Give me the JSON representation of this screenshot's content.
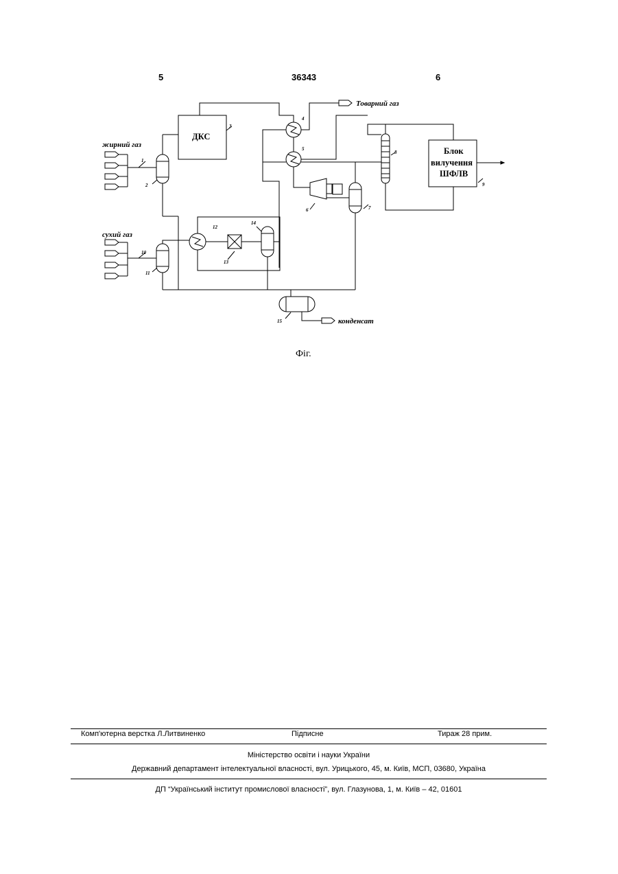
{
  "header": {
    "left_page": "5",
    "patent_number": "36343",
    "right_page": "6"
  },
  "diagram": {
    "streams": {
      "rich_gas": "жирний газ",
      "dry_gas": "сухий газ",
      "commercial_gas": "Товарний газ",
      "condensate": "конденсат"
    },
    "units": {
      "compressor_station": "ДКС",
      "extraction_block_line1": "Блок",
      "extraction_block_line2": "вилучення",
      "extraction_block_line3": "ШФЛВ"
    },
    "markers": [
      "1",
      "2",
      "3",
      "4",
      "5",
      "6",
      "7",
      "8",
      "9",
      "10",
      "11",
      "12",
      "13",
      "14",
      "15"
    ]
  },
  "figure_caption": "Фіг.",
  "footer": {
    "layout": "Комп'ютерна верстка Л.Литвиненко",
    "signed": "Підписне",
    "circulation": "Тираж 28 прим.",
    "ministry": "Міністерство освіти і науки України",
    "department": "Державний департамент інтелектуальної власності, вул. Урицького, 45, м. Київ, МСП, 03680, Україна",
    "institute": "ДП “Український інститут промислової власності”, вул. Глазунова, 1, м. Київ – 42, 01601"
  }
}
